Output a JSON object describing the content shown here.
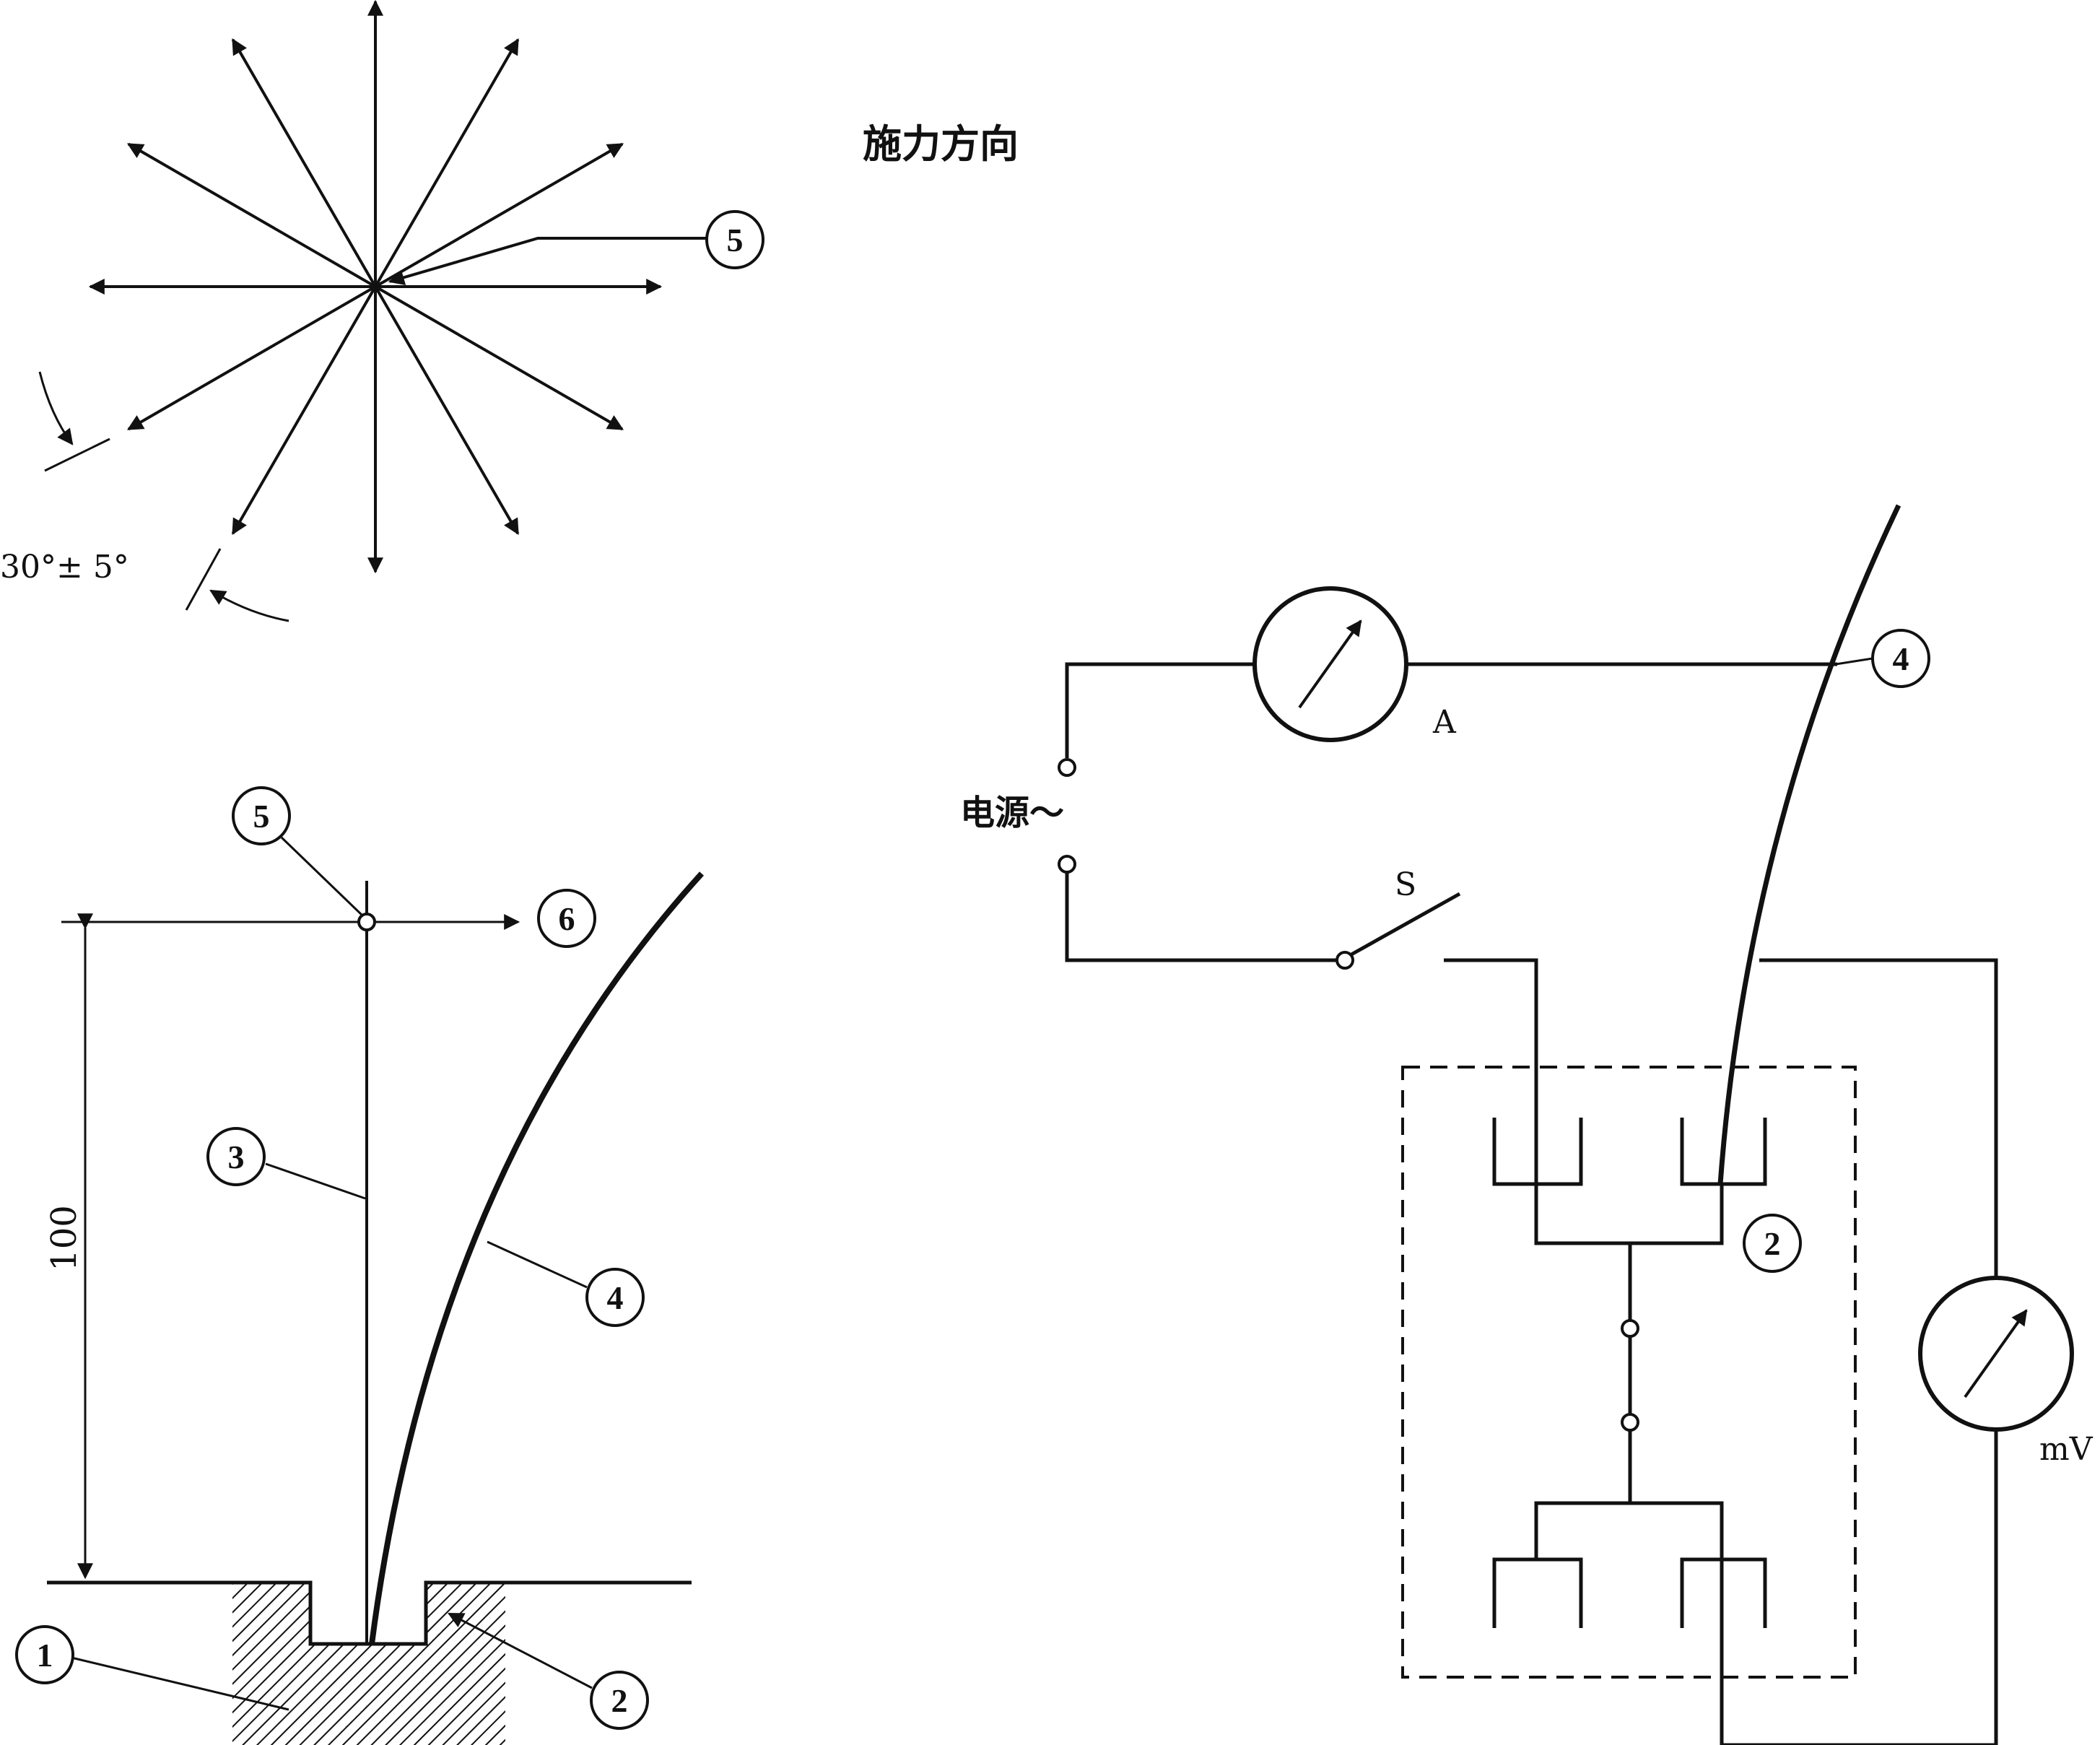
{
  "top_view": {
    "title": "施力方向",
    "angle_label": "30°± 5°",
    "callout": "5"
  },
  "side_view": {
    "dimension": "100",
    "callouts": [
      "1",
      "2",
      "3",
      "4",
      "5",
      "6"
    ]
  },
  "circuit": {
    "ammeter_label": "A",
    "voltmeter_label": "mV",
    "source_label": "电源～",
    "switch_label": "S",
    "callouts": [
      "4",
      "2"
    ]
  }
}
